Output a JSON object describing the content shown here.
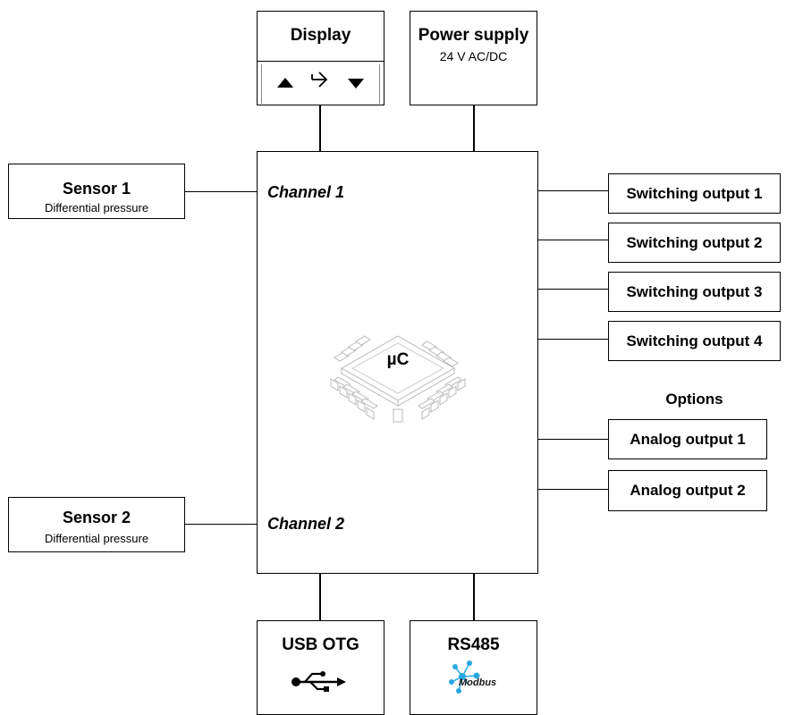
{
  "display": {
    "title": "Display",
    "icons": [
      "arrow-up-icon",
      "enter-icon",
      "arrow-down-icon"
    ]
  },
  "power": {
    "title": "Power supply",
    "subtitle": "24 V AC/DC"
  },
  "sensors": [
    {
      "title": "Sensor 1",
      "subtitle": "Differential pressure"
    },
    {
      "title": "Sensor 2",
      "subtitle": "Differential pressure"
    }
  ],
  "channels": [
    "Channel 1",
    "Channel 2"
  ],
  "controller": {
    "label": "µC"
  },
  "switching_outputs": [
    "Switching output 1",
    "Switching output 2",
    "Switching output 3",
    "Switching output 4"
  ],
  "options_label": "Options",
  "analog_outputs": [
    "Analog output 1",
    "Analog output 2"
  ],
  "usb": {
    "title": "USB OTG",
    "icon": "usb-icon"
  },
  "rs485": {
    "title": "RS485",
    "logo_text": "Modbus",
    "accent": "#29a8e0"
  }
}
